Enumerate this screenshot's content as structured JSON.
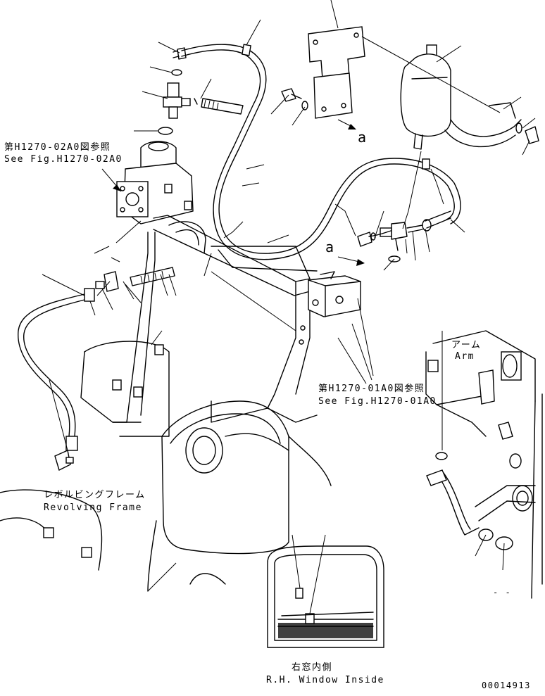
{
  "labels": {
    "ref_top_jp": "第H1270-02A0図参照",
    "ref_top_en": "See Fig.H1270-02A0",
    "ref_mid_jp": "第H1270-01A0図参照",
    "ref_mid_en": "See Fig.H1270-01A0",
    "frame_jp": "レボルビングフレーム",
    "frame_en": "Revolving Frame",
    "arm_jp": "アーム",
    "arm_en": "Arm",
    "window_jp": "右窓内側",
    "window_en": "R.H. Window Inside",
    "marker_a1": "a",
    "marker_a2": "a",
    "drawing_number": "00014913",
    "dash_mark": "- -"
  }
}
